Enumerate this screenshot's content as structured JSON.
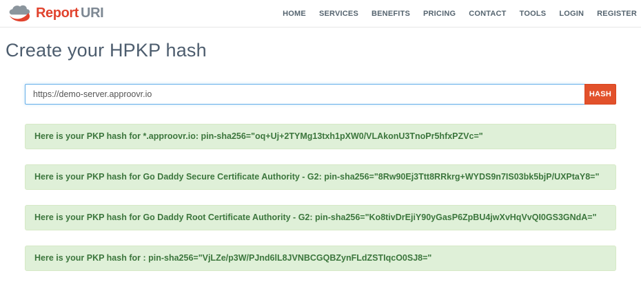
{
  "brand": {
    "name_primary": "Report",
    "name_secondary": "URI"
  },
  "nav": {
    "items": [
      {
        "label": "HOME"
      },
      {
        "label": "SERVICES"
      },
      {
        "label": "BENEFITS"
      },
      {
        "label": "PRICING"
      },
      {
        "label": "CONTACT"
      },
      {
        "label": "TOOLS"
      },
      {
        "label": "LOGIN"
      },
      {
        "label": "REGISTER"
      }
    ]
  },
  "page": {
    "title": "Create your HPKP hash"
  },
  "form": {
    "url_value": "https://demo-server.approovr.io",
    "hash_button_label": "HASH"
  },
  "results": [
    {
      "text": "Here is your PKP hash for *.approovr.io: pin-sha256=\"oq+Uj+2TYMg13txh1pXW0/VLAkonU3TnoPr5hfxPZVc=\""
    },
    {
      "text": "Here is your PKP hash for Go Daddy Secure Certificate Authority - G2: pin-sha256=\"8Rw90Ej3Ttt8RRkrg+WYDS9n7IS03bk5bjP/UXPtaY8=\""
    },
    {
      "text": "Here is your PKP hash for Go Daddy Root Certificate Authority - G2: pin-sha256=\"Ko8tivDrEjiY90yGasP6ZpBU4jwXvHqVvQI0GS3GNdA=\""
    },
    {
      "text": "Here is your PKP hash for : pin-sha256=\"VjLZe/p3W/PJnd6lL8JVNBCGQBZynFLdZSTIqcO0SJ8=\""
    }
  ],
  "icons": {
    "logo": "cloud-icon"
  },
  "colors": {
    "brand_red": "#e1432e",
    "brand_gray": "#7d8893",
    "nav_text": "#55646f",
    "title_text": "#4d5d6e",
    "input_focus_border": "#66afe9",
    "hash_button_bg": "#e2512b",
    "alert_bg": "#dff0d8",
    "alert_border": "#d6e9c6",
    "alert_text": "#3c763d"
  }
}
